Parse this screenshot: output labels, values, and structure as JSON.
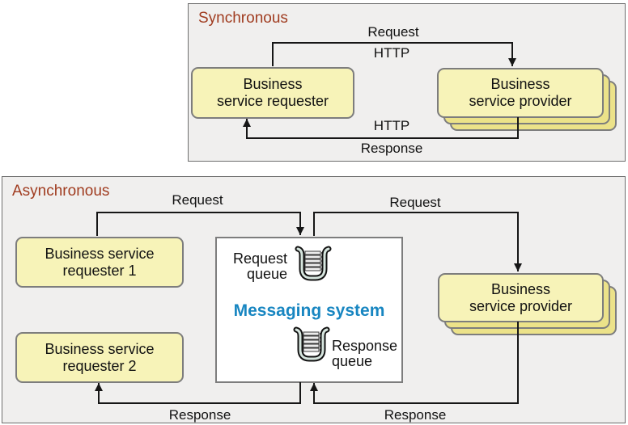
{
  "colors": {
    "panel_bg": "#f0efee",
    "panel_border": "#6e6e6e",
    "node_fill": "#f7f3b8",
    "node_stack_fill": "#ece289",
    "node_border": "#7d7d7d",
    "panel_title_color": "#a03c20",
    "messaging_title_color": "#1886c1",
    "wire_color": "#161616",
    "queue_icon_fill": "#d6e5de"
  },
  "sync": {
    "title": "Synchronous",
    "requester": {
      "line1": "Business",
      "line2": "service requester"
    },
    "provider": {
      "line1": "Business",
      "line2": "service provider"
    },
    "request": {
      "label": "Request",
      "protocol": "HTTP"
    },
    "response": {
      "protocol": "HTTP",
      "label": "Response"
    }
  },
  "async": {
    "title": "Asynchronous",
    "requester1": {
      "line1": "Business service",
      "line2": "requester 1"
    },
    "requester2": {
      "line1": "Business service",
      "line2": "requester 2"
    },
    "provider": {
      "line1": "Business",
      "line2": "service provider"
    },
    "messaging": {
      "title": "Messaging system",
      "request_queue": {
        "line1": "Request",
        "line2": "queue"
      },
      "response_queue": {
        "line1": "Response",
        "line2": "queue"
      }
    },
    "request_to_queue_label": "Request",
    "request_to_provider_label": "Request",
    "response_to_requester_label": "Response",
    "response_to_queue_label": "Response"
  }
}
